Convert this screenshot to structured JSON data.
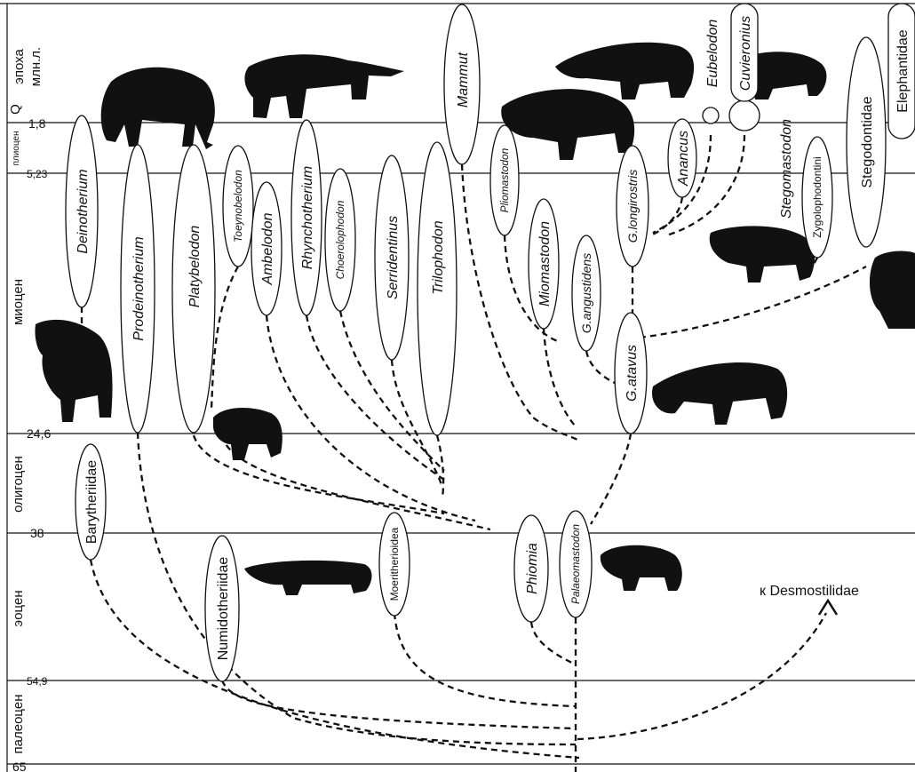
{
  "header": {
    "epoch": "эпоха",
    "myr": "млн.л."
  },
  "epochs": [
    {
      "name": "Q",
      "start": "1,8"
    },
    {
      "name": "плиоцен",
      "start": "5,23"
    },
    {
      "name": "миоцен",
      "start": "24,6"
    },
    {
      "name": "олигоцен",
      "start": "38"
    },
    {
      "name": "эоцен",
      "start": "54,9"
    },
    {
      "name": "палеоцен",
      "start": "65"
    }
  ],
  "taxa": {
    "deinotherium": "Deinotherium",
    "prodeinotherium": "Prodeinotherium",
    "platybelodon": "Platybelodon",
    "toeynobelodon": "Toeynobelodon",
    "ambelodon": "Ambelodon",
    "rhynchotherium": "Rhynchotherium",
    "choerolophodon": "Choerolophodon",
    "serridentinus": "Serridentinus",
    "trilophodon": "Trilophodon",
    "mammut": "Mammut",
    "pliomastodon": "Pliomastodon",
    "miomastodon": "Miomastodon",
    "g_angustidens": "G.angustidens",
    "g_longirostris": "G.longirostris",
    "g_atavus": "G.atavus",
    "anancus": "Anancus",
    "eubelodon": "Eubelodon",
    "cuvieronius": "Cuvieronius",
    "stegomastodon": "Stegomastodon",
    "zygolophodontini": "Zygolophodontini",
    "stegodontidae": "Stegodontidae",
    "elephantidae": "Elephantidae",
    "barytheriidae": "Barytheriidae",
    "numidotheriidae": "Numidotheriidae",
    "moeritherioidea": "Moeritherioidea",
    "phiomia": "Phiomia",
    "palaeomastodon": "Palaeomastodon"
  },
  "annotations": {
    "desmostilidae": "к Desmostilidae"
  },
  "icons": [
    "proboscidean-silhouette",
    "moeritherium-silhouette",
    "platybelodon-silhouette",
    "mammoth-silhouette"
  ]
}
